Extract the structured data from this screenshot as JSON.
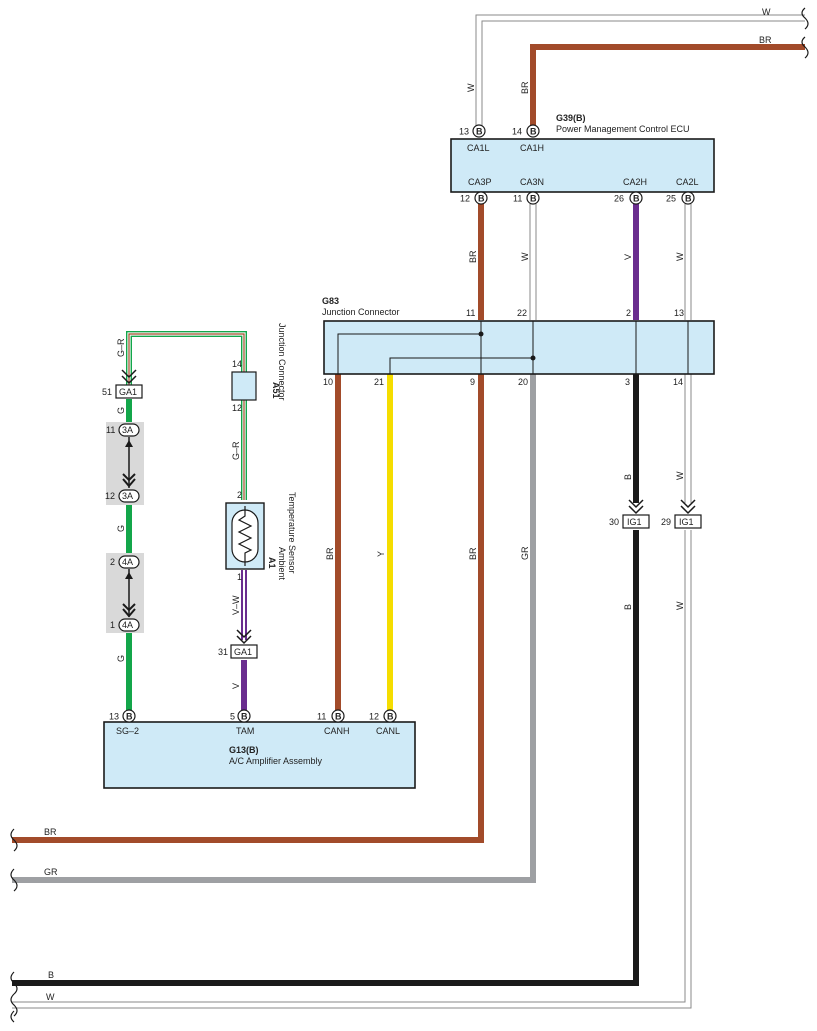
{
  "colors": {
    "BR": "#a24b2a",
    "W": "#ffffff",
    "V": "#6a2d8f",
    "G": "#13a64a",
    "Y": "#f5dd00",
    "GR": "#9ea0a3",
    "B": "#1a1a1a",
    "box": "#cfeaf7",
    "shade": "#d9d9d9"
  },
  "ecu": {
    "code": "G39(B)",
    "name": "Power Management Control ECU",
    "top_pins": [
      {
        "num": "13",
        "tag": "B",
        "label": "CA1L",
        "wire": "W"
      },
      {
        "num": "14",
        "tag": "B",
        "label": "CA1H",
        "wire": "BR"
      }
    ],
    "bottom_pins": [
      {
        "num": "12",
        "tag": "B",
        "label": "CA3P",
        "wire": "BR"
      },
      {
        "num": "11",
        "tag": "B",
        "label": "CA3N",
        "wire": "W"
      },
      {
        "num": "26",
        "tag": "B",
        "label": "CA2H",
        "wire": "V"
      },
      {
        "num": "25",
        "tag": "B",
        "label": "CA2L",
        "wire": "W"
      }
    ]
  },
  "junction": {
    "code": "G83",
    "name": "Junction Connector",
    "top_pins": [
      "11",
      "22",
      "2",
      "13"
    ],
    "bottom_pins": [
      "10",
      "21",
      "9",
      "20",
      "3",
      "14"
    ]
  },
  "amp": {
    "code": "G13(B)",
    "name": "A/C Amplifier Assembly",
    "pins": [
      {
        "num": "13",
        "tag": "B",
        "label": "SG–2"
      },
      {
        "num": "5",
        "tag": "B",
        "label": "TAM"
      },
      {
        "num": "11",
        "tag": "B",
        "label": "CANH"
      },
      {
        "num": "12",
        "tag": "B",
        "label": "CANL"
      }
    ]
  },
  "sensor": {
    "code": "A1",
    "name1": "Ambient",
    "name2": "Temperature Sensor",
    "pin_top": "2",
    "pin_bottom": "1"
  },
  "jc_a51": {
    "code": "A51",
    "name": "Junction Connector",
    "pin_top": "14",
    "pin_bottom": "12"
  },
  "connectors": {
    "ga1_top": {
      "num": "51",
      "name": "GA1"
    },
    "ga1_bottom": {
      "num": "31",
      "name": "GA1"
    },
    "ig1_left": {
      "num": "30",
      "name": "IG1"
    },
    "ig1_right": {
      "num": "29",
      "name": "IG1"
    },
    "c3a_top": {
      "num": "11",
      "name": "3A"
    },
    "c3a_bottom": {
      "num": "12",
      "name": "3A"
    },
    "c4a_top": {
      "num": "2",
      "name": "4A"
    },
    "c4a_bottom": {
      "num": "1",
      "name": "4A"
    }
  },
  "wire_labels": {
    "top_w": "W",
    "top_br": "BR",
    "v13": "W",
    "v14": "BR",
    "v12": "BR",
    "v11": "W",
    "v26": "V",
    "v25": "W",
    "jc10": "BR",
    "jc21": "Y",
    "jc9": "BR",
    "jc20": "GR",
    "jc3_top": "B",
    "jc14_top": "W",
    "jc3_bot": "B",
    "jc14_bot": "W",
    "gr_left_top": "G–R",
    "g1": "G",
    "g2": "G",
    "g3": "G",
    "a51_gr": "G–R",
    "sensor_vw": "V–W",
    "sensor_v": "V",
    "bot_br": "BR",
    "bot_gr": "GR",
    "bot_b": "B",
    "bot_w": "W"
  }
}
